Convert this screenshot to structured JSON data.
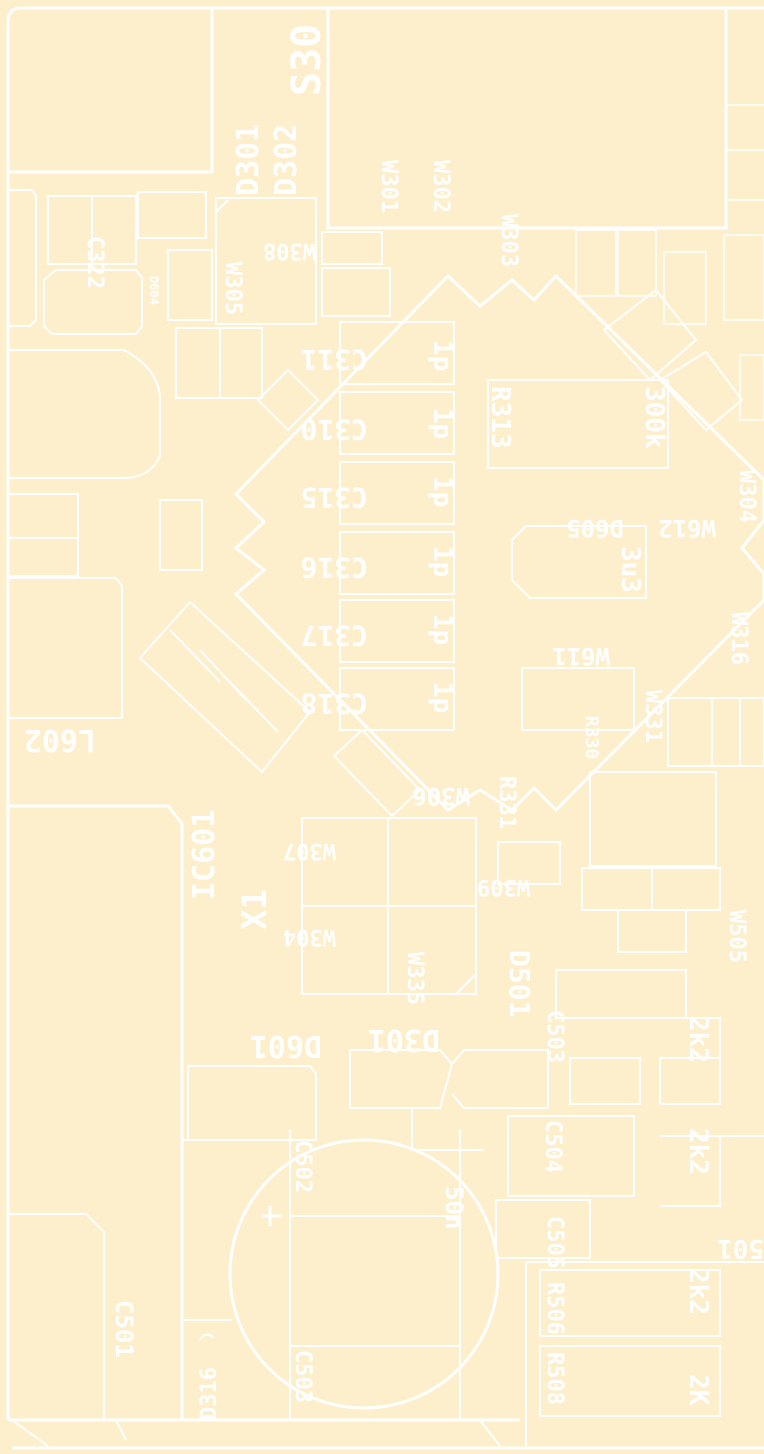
{
  "board": {
    "background": "#FDEFCB",
    "line_color": "#FFFFFF"
  },
  "labels": {
    "S301": "S30",
    "D301": "D301",
    "D302": "D302",
    "W301": "W301",
    "W302": "W302",
    "W303": "W303",
    "W305": "W305",
    "W308": "W308",
    "C322": "C322",
    "D604": "D604",
    "C310": "C310",
    "C311": "C311",
    "C315": "C315",
    "C316": "C316",
    "C317": "C317",
    "C318": "C318",
    "R313": "R313",
    "val_1p_a": "1p",
    "val_1p_b": "1p",
    "val_1p_c": "1p",
    "val_1p_d": "1p",
    "val_1p_e": "1p",
    "val_1p_f": "1p",
    "val_300k": "300k",
    "W612": "W612",
    "D605": "D605",
    "val_3u3": "3u3",
    "W611": "W611",
    "R330": "R330",
    "W331": "W331",
    "W306": "W306",
    "W307": "W307",
    "W309": "W309",
    "W304": "W304",
    "X1": "X1",
    "L602": "L602",
    "IC601": "IC601",
    "D601": "D601",
    "D501": "D501",
    "D301b": "D301",
    "C503": "C503",
    "C504": "C504",
    "C505": "C505",
    "R506": "R506",
    "R508": "R508",
    "C501": "C501",
    "C502": "C502",
    "C503b": "C503",
    "W335": "W335",
    "W316": "W316",
    "D316": "D316",
    "W505": "W505",
    "val_2k2_a": "2k2",
    "val_2k2_b": "2k2",
    "val_2k2_c": "2k2",
    "val_2k": "2K",
    "val_50n": "50n",
    "val_501": "501",
    "W304b": "W304",
    "R331": "R331"
  }
}
